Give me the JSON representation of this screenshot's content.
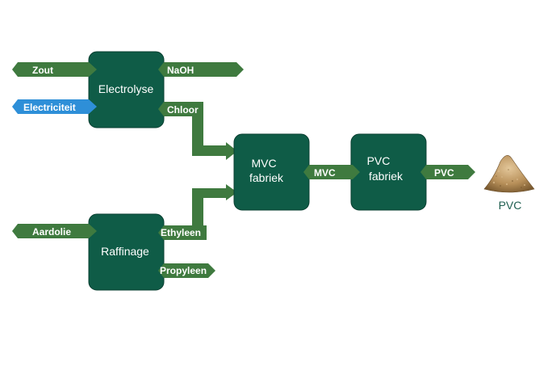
{
  "colors": {
    "box": "#0f5c47",
    "box_border": "#0a3f31",
    "arrow": "#3f7a3f",
    "arrow_light": "#5f9a5f",
    "electricity_arrow": "#2e8fd8",
    "label_text": "#ffffff",
    "product_text": "#1f5f50",
    "background": "#ffffff"
  },
  "nodes": {
    "electrolyse": "Electrolyse",
    "raffinage": "Raffinage",
    "mvc_line1": "MVC",
    "mvc_line2": "fabriek",
    "pvc_line1": "PVC",
    "pvc_line2": "fabriek"
  },
  "flows": {
    "zout": "Zout",
    "electriciteit": "Electriciteit",
    "naoh": "NaOH",
    "chloor": "Chloor",
    "aardolie": "Aardolie",
    "ethyleen": "Ethyleen",
    "propyleen": "Propyleen",
    "mvc": "MVC",
    "pvc": "PVC"
  },
  "product": {
    "label": "PVC",
    "icon": "pvc-powder-pile-icon"
  }
}
